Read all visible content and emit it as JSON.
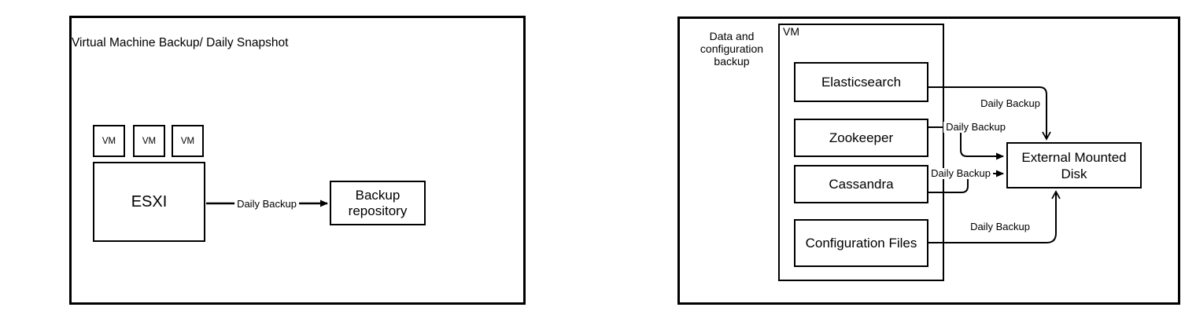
{
  "left_diagram": {
    "title": "Virtual Machine Backup/ Daily Snapshot",
    "vm_boxes": [
      {
        "label": "VM"
      },
      {
        "label": "VM"
      },
      {
        "label": "VM"
      }
    ],
    "hypervisor": {
      "label": "ESXI"
    },
    "repository": {
      "label": "Backup repository"
    },
    "connector": {
      "label": "Daily Backup"
    }
  },
  "right_diagram": {
    "group_label": "Data and configuration backup",
    "vm_container": {
      "label": "VM"
    },
    "services": [
      {
        "label": "Elasticsearch",
        "connector_label": "Daily Backup"
      },
      {
        "label": "Zookeeper",
        "connector_label": "Daily Backup"
      },
      {
        "label": "Cassandra",
        "connector_label": "Daily Backup"
      },
      {
        "label": "Configuration Files",
        "connector_label": "Daily Backup"
      }
    ],
    "target": {
      "label": "External Mounted Disk"
    }
  },
  "colors": {
    "stroke": "#000000",
    "canvas": "#ffffff"
  }
}
